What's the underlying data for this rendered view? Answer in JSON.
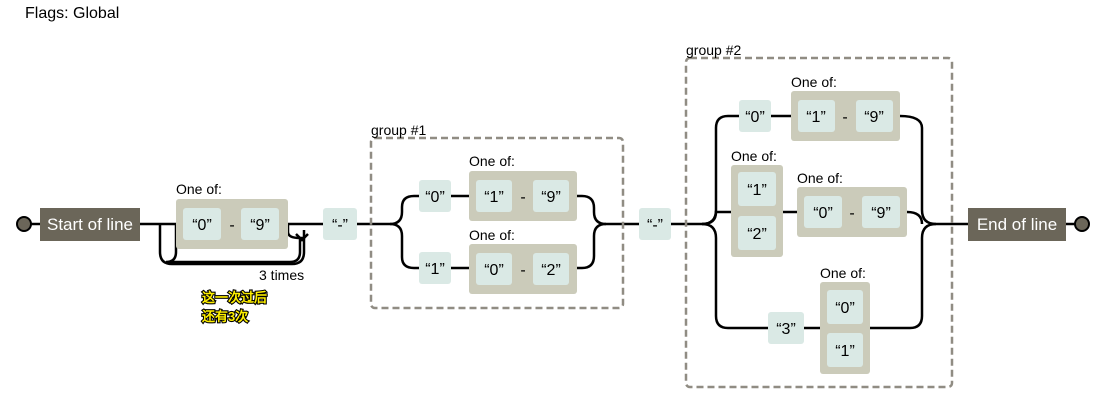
{
  "title": "Flags: Global",
  "start_anchor": "Start of line",
  "end_anchor": "End of line",
  "one_of": "One of:",
  "repeat_label": "3 times",
  "annotation": [
    "这一次过后",
    "还有3次"
  ],
  "groups": [
    "group #1",
    "group #2"
  ],
  "literals": {
    "digit0": "“0”",
    "digit1": "“1”",
    "digit2": "“2”",
    "digit3": "“3”",
    "digit9": "“9”",
    "hyphen": "“-”"
  },
  "range_dash": "-",
  "colors": {
    "line": "#000000",
    "literal_bg": "#dae9e5",
    "charset_bg": "#cbcbba",
    "anchor_bg": "#6b6659",
    "group_border": "#908c83",
    "annotation_fill": "#fff000"
  }
}
